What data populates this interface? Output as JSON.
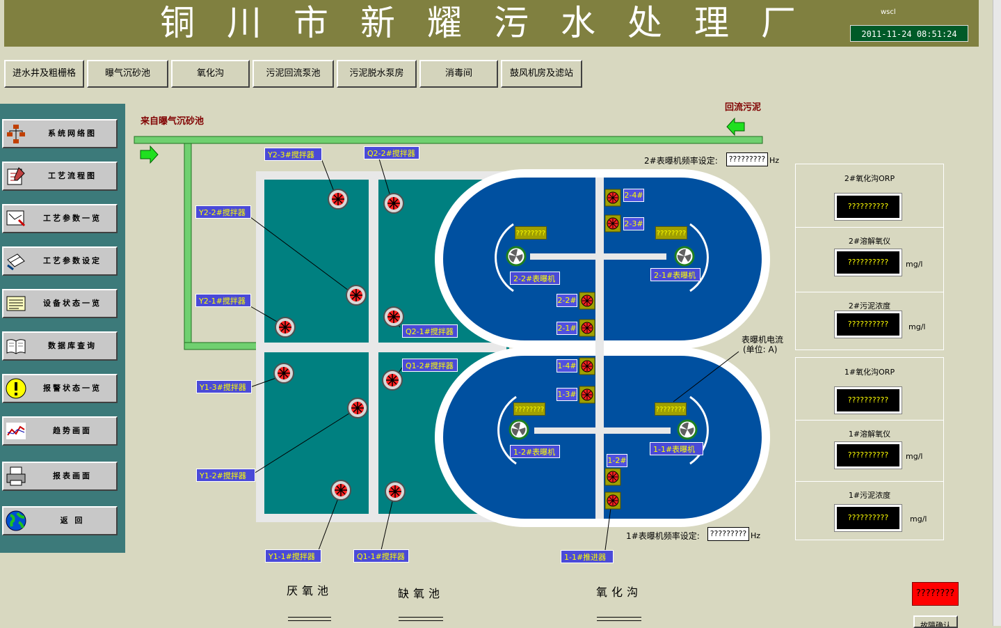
{
  "header": {
    "title": "铜川市新耀污水处理厂",
    "user": "wscl",
    "datetime": "2011-11-24 08:51:24"
  },
  "tabs": [
    "进水井及粗栅格",
    "曝气沉砂池",
    "氧化沟",
    "污泥回流泵池",
    "污泥脱水泵房",
    "消毒间",
    "鼓风机房及滤站"
  ],
  "sidebar": [
    {
      "label": "系统网络图",
      "icon": "network-icon"
    },
    {
      "label": "工艺流程图",
      "icon": "flowchart-icon"
    },
    {
      "label": "工艺参数一览",
      "icon": "params-list-icon"
    },
    {
      "label": "工艺参数设定",
      "icon": "params-setting-icon"
    },
    {
      "label": "设备状态一览",
      "icon": "device-status-icon"
    },
    {
      "label": "数据库查询",
      "icon": "database-book-icon"
    },
    {
      "label": "报警状态一览",
      "icon": "alarm-icon"
    },
    {
      "label": "趋势画面",
      "icon": "trend-icon"
    },
    {
      "label": "报表画面",
      "icon": "printer-icon"
    },
    {
      "label": "返 回",
      "icon": "globe-icon"
    }
  ],
  "flow": {
    "inlet_label": "来自曝气沉砂池",
    "return_label": "回流污泥"
  },
  "mixers": {
    "y2_3": "Y2-3#搅拌器",
    "q2_2": "Q2-2#搅拌器",
    "y2_2": "Y2-2#搅拌器",
    "y2_1": "Y2-1#搅拌器",
    "q2_1": "Q2-1#搅拌器",
    "q1_2": "Q1-2#搅拌器",
    "y1_3": "Y1-3#搅拌器",
    "y1_2": "Y1-2#搅拌器",
    "y1_1": "Y1-1#搅拌器",
    "q1_1": "Q1-1#搅拌器"
  },
  "aerators": {
    "a2_2": "2-2#表曝机",
    "a2_1": "2-1#表曝机",
    "a1_2": "1-2#表曝机",
    "a1_1": "1-1#表曝机",
    "current_value": "????????",
    "current_label": "表曝机电流",
    "current_unit": "(单位: A)"
  },
  "propellers": {
    "p2_4": "2-4#",
    "p2_3": "2-3#",
    "p2_2": "2-2#",
    "p2_1": "2-1#",
    "p1_4": "1-4#",
    "p1_3": "1-3#",
    "p1_2": "1-2#",
    "p1_1": "1-1#推进器"
  },
  "freq": {
    "label2": "2#表曝机频率设定:",
    "label1": "1#表曝机频率设定:",
    "value2": "?????????",
    "value1": "?????????",
    "unit": "Hz"
  },
  "panel2": [
    {
      "label": "2#氧化沟ORP",
      "value": "??????????",
      "unit": ""
    },
    {
      "label": "2#溶解氧仪",
      "value": "??????????",
      "unit": "mg/l"
    },
    {
      "label": "2#污泥浓度",
      "value": "??????????",
      "unit": "mg/l"
    }
  ],
  "panel1": [
    {
      "label": "1#氧化沟ORP",
      "value": "??????????",
      "unit": ""
    },
    {
      "label": "1#溶解氧仪",
      "value": "??????????",
      "unit": "mg/l"
    },
    {
      "label": "1#污泥浓度",
      "value": "??????????",
      "unit": "mg/l"
    }
  ],
  "basins": {
    "anaerobic": "厌氧池",
    "anoxic": "缺氧池",
    "oxidation": "氧化沟"
  },
  "alarm": {
    "text": "????????",
    "ack_label": "故障确认"
  },
  "colors": {
    "titlebar": "#808040",
    "background": "#d8d8c0",
    "basin_teal": "#008080",
    "ditch_blue": "#0050a0",
    "sidebar": "#3c7a7a",
    "alarm": "#ff0000"
  }
}
